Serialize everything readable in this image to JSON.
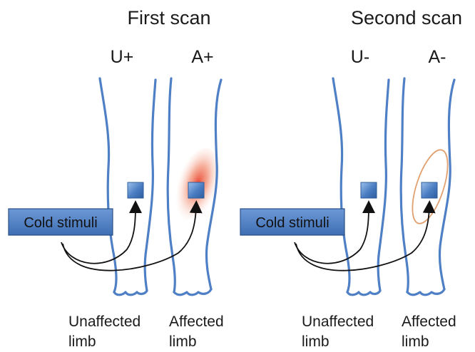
{
  "panels": [
    {
      "title": "First scan",
      "left_condition": "U+",
      "right_condition": "A+",
      "stimuli_label": "Cold stimuli",
      "left_caption_line1": "Unaffected",
      "left_caption_line2": "limb",
      "right_caption_line1": "Affected",
      "right_caption_line2": "limb",
      "affected_region": "red-glow"
    },
    {
      "title": "Second scan",
      "left_condition": "U-",
      "right_condition": "A-",
      "stimuli_label": "Cold stimuli",
      "left_caption_line1": "Unaffected",
      "left_caption_line2": "limb",
      "right_caption_line1": "Affected",
      "right_caption_line2": "limb",
      "affected_region": "orange-outline"
    }
  ],
  "colors": {
    "leg_outline": "#4f7fc4",
    "stimulus_box": "#4a7cc2",
    "label_box": "#4a7cc2",
    "hot_region": "#e8402a",
    "outline_region": "#e0a070",
    "arrow": "#111111"
  }
}
